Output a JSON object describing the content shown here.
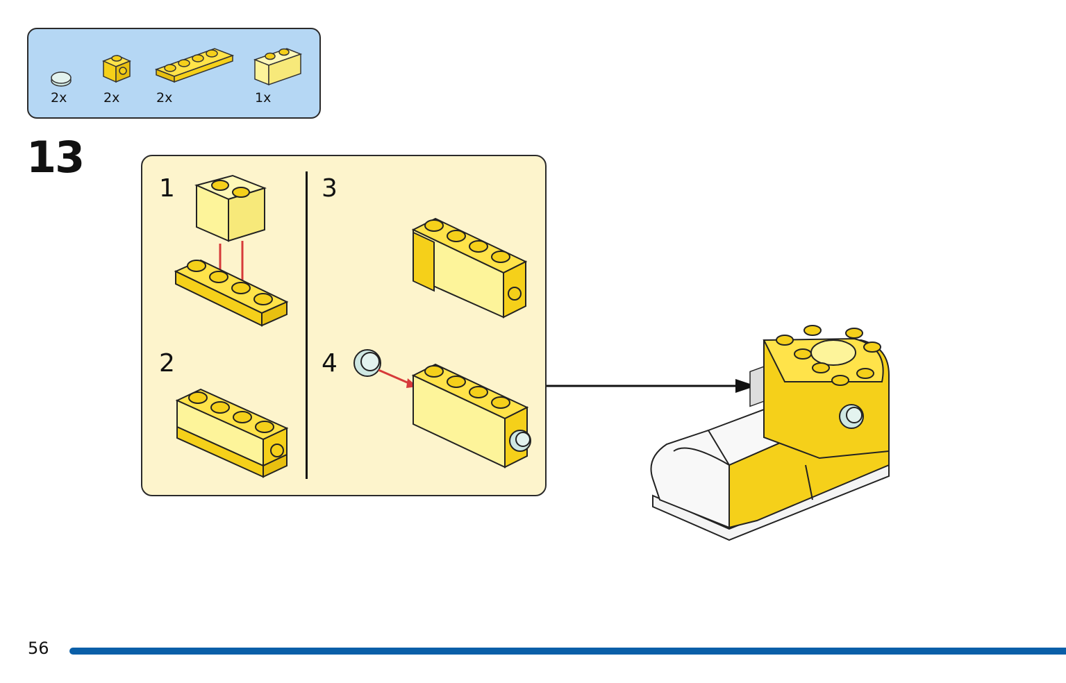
{
  "parts_list": [
    {
      "icon": "round-tile-1x1-icon",
      "qty": "2x",
      "color": "#cfe8e3"
    },
    {
      "icon": "bracket-1x1-icon",
      "qty": "2x",
      "color": "#f5d01a"
    },
    {
      "icon": "plate-1x4-icon",
      "qty": "2x",
      "color": "#f5d01a"
    },
    {
      "icon": "brick-1x2-icon",
      "qty": "1x",
      "color": "#fdf49a"
    }
  ],
  "step": {
    "number": "13",
    "substeps": [
      "1",
      "2",
      "3",
      "4"
    ]
  },
  "page": {
    "number": "56"
  },
  "colors": {
    "parts_box": "#b5d7f4",
    "sub_panel": "#fdf4cc",
    "brick_yellow": "#f5d01a",
    "brick_light_yellow": "#fdf49a",
    "arrow_red": "#d63a3a",
    "page_bar": "#0a5fa8"
  }
}
